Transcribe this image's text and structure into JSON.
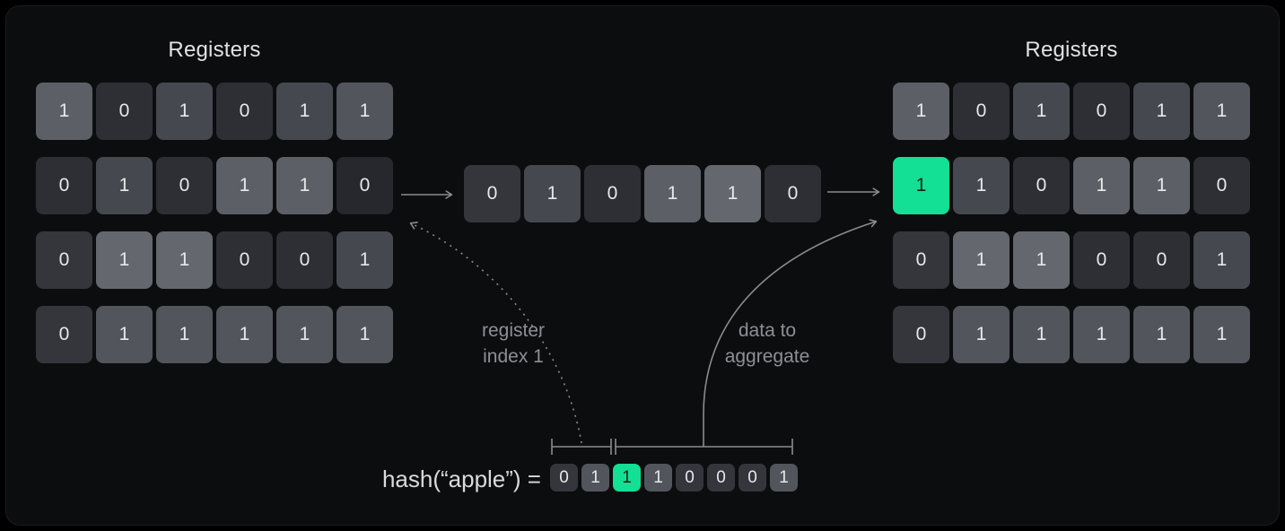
{
  "palette": {
    "bg": "#000000",
    "panel": "#0c0d0f",
    "line": "#8a8b91",
    "label_text": "#8e8f95",
    "title_text": "#e1e2e4",
    "digit_text": "#e7e8ea",
    "highlight_green": "#13df95",
    "tones": {
      "t0": "#26282e",
      "t1": "#2d2f35",
      "t2": "#34363c",
      "t3": "#45484f",
      "t4": "#52555c",
      "t5": "#5c5f66",
      "t6": "#64676e",
      "green": "#13df95"
    }
  },
  "left_registers": {
    "title": "Registers",
    "rows": [
      [
        {
          "v": "1",
          "tone": "t5"
        },
        {
          "v": "0",
          "tone": "t1"
        },
        {
          "v": "1",
          "tone": "t3"
        },
        {
          "v": "0",
          "tone": "t1"
        },
        {
          "v": "1",
          "tone": "t3"
        },
        {
          "v": "1",
          "tone": "t4"
        }
      ],
      [
        {
          "v": "0",
          "tone": "t1"
        },
        {
          "v": "1",
          "tone": "t3"
        },
        {
          "v": "0",
          "tone": "t1"
        },
        {
          "v": "1",
          "tone": "t5"
        },
        {
          "v": "1",
          "tone": "t5"
        },
        {
          "v": "0",
          "tone": "t0"
        }
      ],
      [
        {
          "v": "0",
          "tone": "t2"
        },
        {
          "v": "1",
          "tone": "t6"
        },
        {
          "v": "1",
          "tone": "t6"
        },
        {
          "v": "0",
          "tone": "t1"
        },
        {
          "v": "0",
          "tone": "t1"
        },
        {
          "v": "1",
          "tone": "t3"
        }
      ],
      [
        {
          "v": "0",
          "tone": "t2"
        },
        {
          "v": "1",
          "tone": "t4"
        },
        {
          "v": "1",
          "tone": "t4"
        },
        {
          "v": "1",
          "tone": "t4"
        },
        {
          "v": "1",
          "tone": "t4"
        },
        {
          "v": "1",
          "tone": "t4"
        }
      ]
    ]
  },
  "selected_register_row": [
    {
      "v": "0",
      "tone": "t2"
    },
    {
      "v": "1",
      "tone": "t3"
    },
    {
      "v": "0",
      "tone": "t1"
    },
    {
      "v": "1",
      "tone": "t5"
    },
    {
      "v": "1",
      "tone": "t6"
    },
    {
      "v": "0",
      "tone": "t1"
    }
  ],
  "right_registers": {
    "title": "Registers",
    "rows": [
      [
        {
          "v": "1",
          "tone": "t5"
        },
        {
          "v": "0",
          "tone": "t1"
        },
        {
          "v": "1",
          "tone": "t3"
        },
        {
          "v": "0",
          "tone": "t1"
        },
        {
          "v": "1",
          "tone": "t3"
        },
        {
          "v": "1",
          "tone": "t4"
        }
      ],
      [
        {
          "v": "1",
          "tone": "green"
        },
        {
          "v": "1",
          "tone": "t3"
        },
        {
          "v": "0",
          "tone": "t1"
        },
        {
          "v": "1",
          "tone": "t5"
        },
        {
          "v": "1",
          "tone": "t5"
        },
        {
          "v": "0",
          "tone": "t1"
        }
      ],
      [
        {
          "v": "0",
          "tone": "t2"
        },
        {
          "v": "1",
          "tone": "t6"
        },
        {
          "v": "1",
          "tone": "t6"
        },
        {
          "v": "0",
          "tone": "t1"
        },
        {
          "v": "0",
          "tone": "t1"
        },
        {
          "v": "1",
          "tone": "t3"
        }
      ],
      [
        {
          "v": "0",
          "tone": "t2"
        },
        {
          "v": "1",
          "tone": "t4"
        },
        {
          "v": "1",
          "tone": "t4"
        },
        {
          "v": "1",
          "tone": "t4"
        },
        {
          "v": "1",
          "tone": "t4"
        },
        {
          "v": "1",
          "tone": "t4"
        }
      ]
    ]
  },
  "hash": {
    "label": "hash(“apple”) =",
    "bits": [
      {
        "v": "0",
        "tone": "t2"
      },
      {
        "v": "1",
        "tone": "t4"
      },
      {
        "v": "1",
        "tone": "green"
      },
      {
        "v": "1",
        "tone": "t4"
      },
      {
        "v": "0",
        "tone": "t2"
      },
      {
        "v": "0",
        "tone": "t2"
      },
      {
        "v": "0",
        "tone": "t2"
      },
      {
        "v": "1",
        "tone": "t4"
      }
    ]
  },
  "annotations": {
    "register_index_line1": "register",
    "register_index_line2": "index 1",
    "data_aggregate_line1": "data to",
    "data_aggregate_line2": "aggregate"
  }
}
